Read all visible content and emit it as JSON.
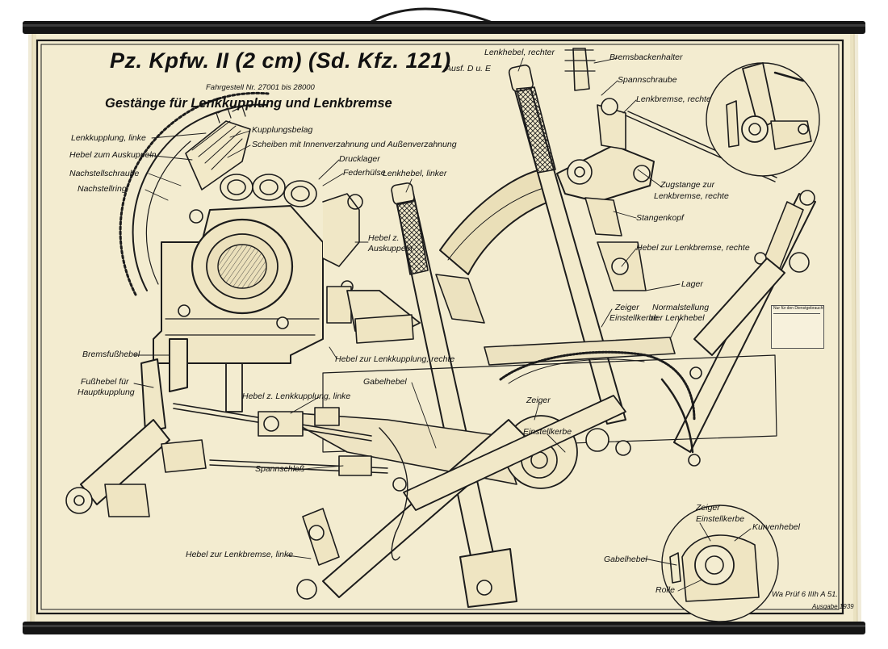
{
  "poster": {
    "title": "Pz. Kpfw. II (2 cm) (Sd. Kfz. 121)",
    "version": "Ausf. D u. E",
    "chassis": "Fahrgestell Nr. 27001 bis 28000",
    "subtitle": "Gestänge für Lenkkupplung und Lenkbremse",
    "footer_ref": "Wa Prüf 6 IIIh A 51.",
    "edition": "Ausgabe 1939",
    "notice_heading": "Nur für den Dienstgebrauch!"
  },
  "labels": {
    "lenkhebel_rechter": "Lenkhebel, rechter",
    "bremsbackenhalter": "Bremsbackenhalter",
    "spannschraube": "Spannschraube",
    "lenkbremse_rechte": "Lenkbremse, rechte",
    "kupplungsbelag": "Kupplungsbelag",
    "lenkkupplung_linke": "Lenkkupplung, linke",
    "scheiben": "Scheiben mit Innenverzahnung und Außenverzahnung",
    "hebel_auskuppeln": "Hebel zum Auskuppeln",
    "drucklager": "Drucklager",
    "federhuelse": "Federhülse",
    "nachstellschraube": "Nachstellschraube",
    "nachstellring": "Nachstellring",
    "lenkhebel_linker": "Lenkhebel, linker",
    "zugstange_1": "Zugstange zur",
    "zugstange_2": "Lenkbremse, rechte",
    "stangenkopf": "Stangenkopf",
    "hebel_z_auskuppeln_1": "Hebel z.",
    "hebel_z_auskuppeln_2": "Auskuppeln",
    "hebel_lenkbremse_rechte": "Hebel zur Lenkbremse, rechte",
    "lager": "Lager",
    "zeiger_einstellkerbe_1": "Zeiger",
    "zeiger_einstellkerbe_2": "Einstellkerbe",
    "normalstellung_1": "Normalstellung",
    "normalstellung_2": "der Lenkhebel",
    "hebel_lenkkupplung_rechte": "Hebel zur Lenkkupplung, rechte",
    "bremsfusshebel": "Bremsfußhebel",
    "fusshebel_hauptkupplung_1": "Fußhebel für",
    "fusshebel_hauptkupplung_2": "Hauptkupplung",
    "gabelhebel_mid": "Gabelhebel",
    "hebel_z_lenkkupplung_linke": "Hebel z. Lenkkupplung, linke",
    "zeiger_mid": "Zeiger",
    "einstellkerbe_mid": "Einstellkerbe",
    "spannschloss": "Spannschloß",
    "zeiger_detail": "Zeiger",
    "einstellkerbe_detail": "Einstellkerbe",
    "kurvenhebel": "Kurvenhebel",
    "gabelhebel_detail": "Gabelhebel",
    "rolle": "Rolle",
    "hebel_lenkbremse_linke": "Hebel zur Lenkbremse, linke"
  }
}
